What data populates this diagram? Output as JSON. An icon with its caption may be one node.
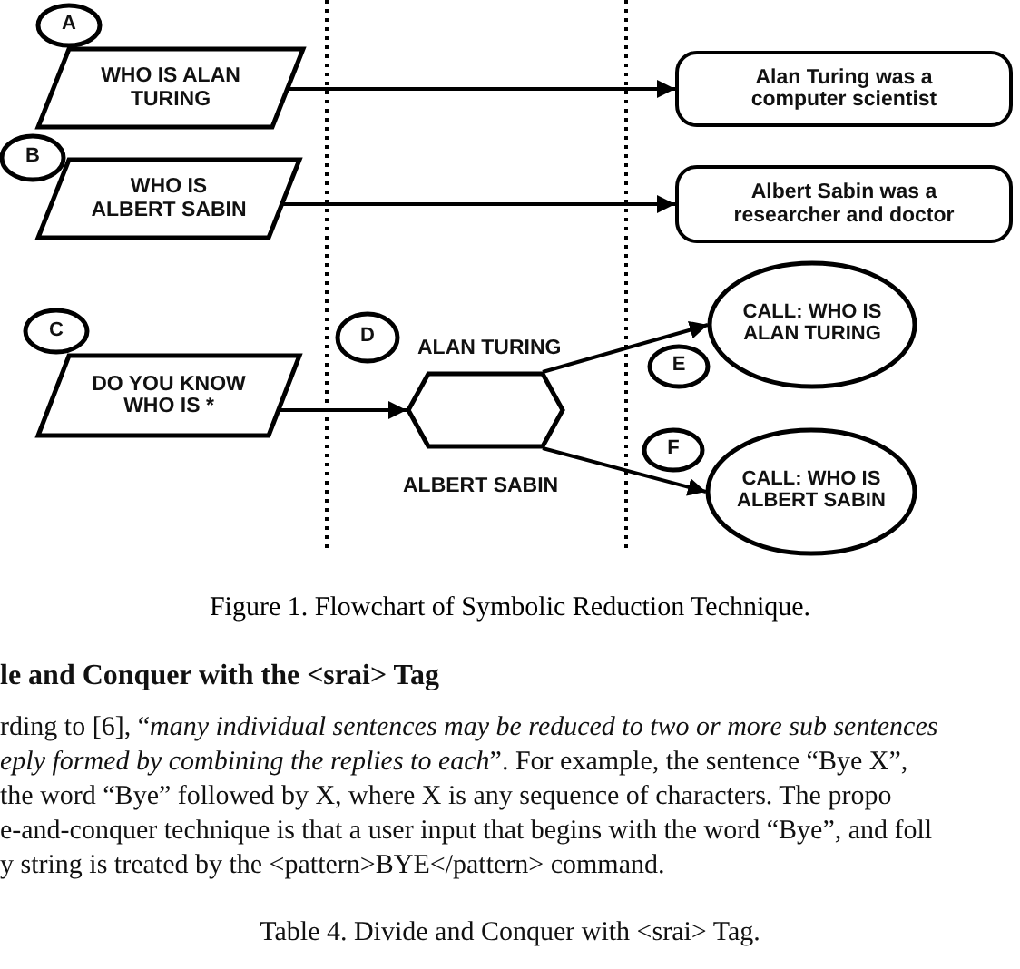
{
  "diagram": {
    "caption": "Figure 1. Flowchart of Symbolic Reduction Technique.",
    "nodes": [
      {
        "text": [
          "A"
        ]
      },
      {
        "text": [
          "WHO IS ALAN TURING"
        ]
      },
      {
        "text": [
          "Alan Turing was a computer scientist"
        ]
      },
      {
        "text": [
          "B"
        ]
      },
      {
        "text": [
          "WHO IS ALBERT SABIN"
        ]
      },
      {
        "text": [
          "Albert Sabin was a researcher and doctor"
        ]
      },
      {
        "text": [
          "C"
        ]
      },
      {
        "text": [
          "D"
        ]
      },
      {
        "text": [
          "DO YOU KNOW WHO IS *"
        ]
      },
      {
        "text": [],
        "shape": "hexagon"
      },
      {
        "text": [
          "CALL: WHO IS ALAN TURING"
        ]
      },
      {
        "text": [
          "E"
        ]
      },
      {
        "text": [
          "F"
        ]
      },
      {
        "text": [
          "CALL: WHO IS ALBERT SABIN"
        ]
      }
    ],
    "edges": [
      {
        "from": 1,
        "to": 2,
        "arrow": "to"
      },
      {
        "from": 4,
        "to": 5,
        "arrow": "to"
      },
      {
        "from": 8,
        "to": 9,
        "arrow": "to"
      },
      {
        "from": 9,
        "to": 10,
        "arrow": "to",
        "label": "ALAN TURING"
      },
      {
        "from": 9,
        "to": 13,
        "arrow": "to",
        "label": "ALBERT SABIN"
      }
    ],
    "labels": [
      "le and Conquer with the <srai> Tag",
      "rding to [6], “*many individual sentences may be reduced to two or more sub sentences*",
      "*eply formed by combining the replies to each*”. For example, the sentence “Bye X”,",
      "the word “Bye” followed by X, where X is any sequence of characters. The propo",
      "e-and-conquer technique is that a user input that begins with the word “Bye”, and foll",
      "y string is treated by the <pattern>BYE</pattern> command.",
      "Table 4.  Divide and Conquer with <srai> Tag."
    ]
  }
}
